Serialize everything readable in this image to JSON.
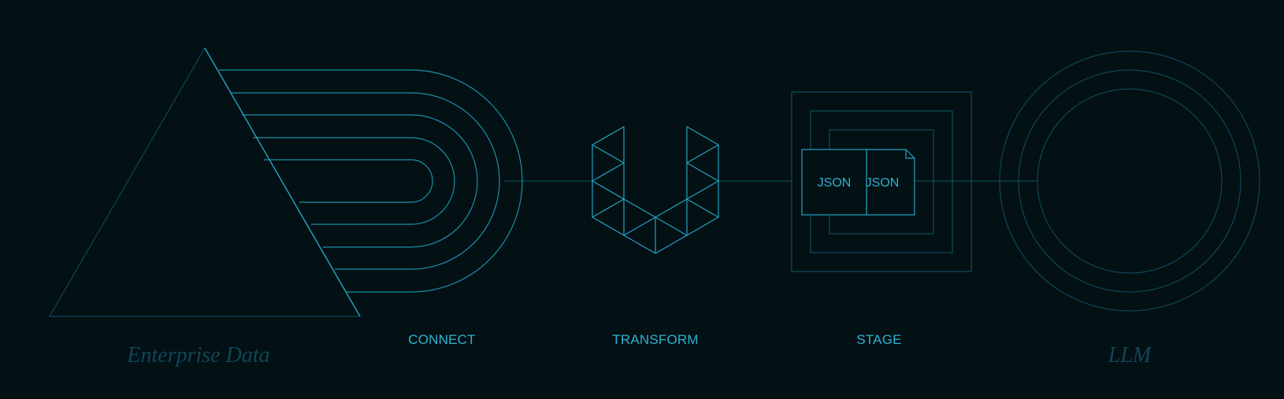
{
  "diagram": {
    "endpoints": {
      "source": "Enterprise Data",
      "destination": "LLM"
    },
    "stages": [
      {
        "label": "CONNECT"
      },
      {
        "label": "TRANSFORM"
      },
      {
        "label": "STAGE"
      }
    ],
    "documents": [
      {
        "label": "JSON"
      },
      {
        "label": "JSON"
      }
    ]
  },
  "colors": {
    "background": "#031014",
    "accent": "#2fb3d1",
    "dim": "#0f4658"
  }
}
